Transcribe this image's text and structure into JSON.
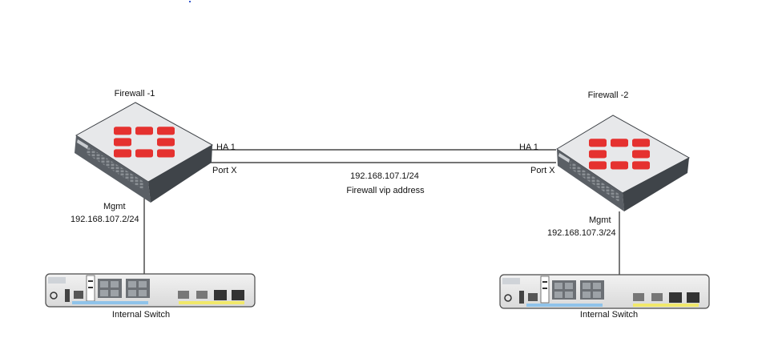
{
  "firewall1": {
    "name": "Firewall -1",
    "mgmt_label": "Mgmt",
    "mgmt_ip": "192.168.107.2/24"
  },
  "firewall2": {
    "name": "Firewall -2",
    "mgmt_label": "Mgmt",
    "mgmt_ip": "192.168.107.3/24"
  },
  "links": {
    "ha_left": "HA 1",
    "ha_right": "HA 1",
    "port_left": "Port X",
    "port_right": "Port X",
    "vip_ip": "192.168.107.1/24",
    "vip_label": "Firewall vip address"
  },
  "switch1": {
    "name": "Internal Switch"
  },
  "switch2": {
    "name": "Internal Switch"
  },
  "colors": {
    "logo_red": "#e5312f",
    "device_top": "#e6e7e9",
    "device_side": "#51565c",
    "line": "#222222"
  }
}
